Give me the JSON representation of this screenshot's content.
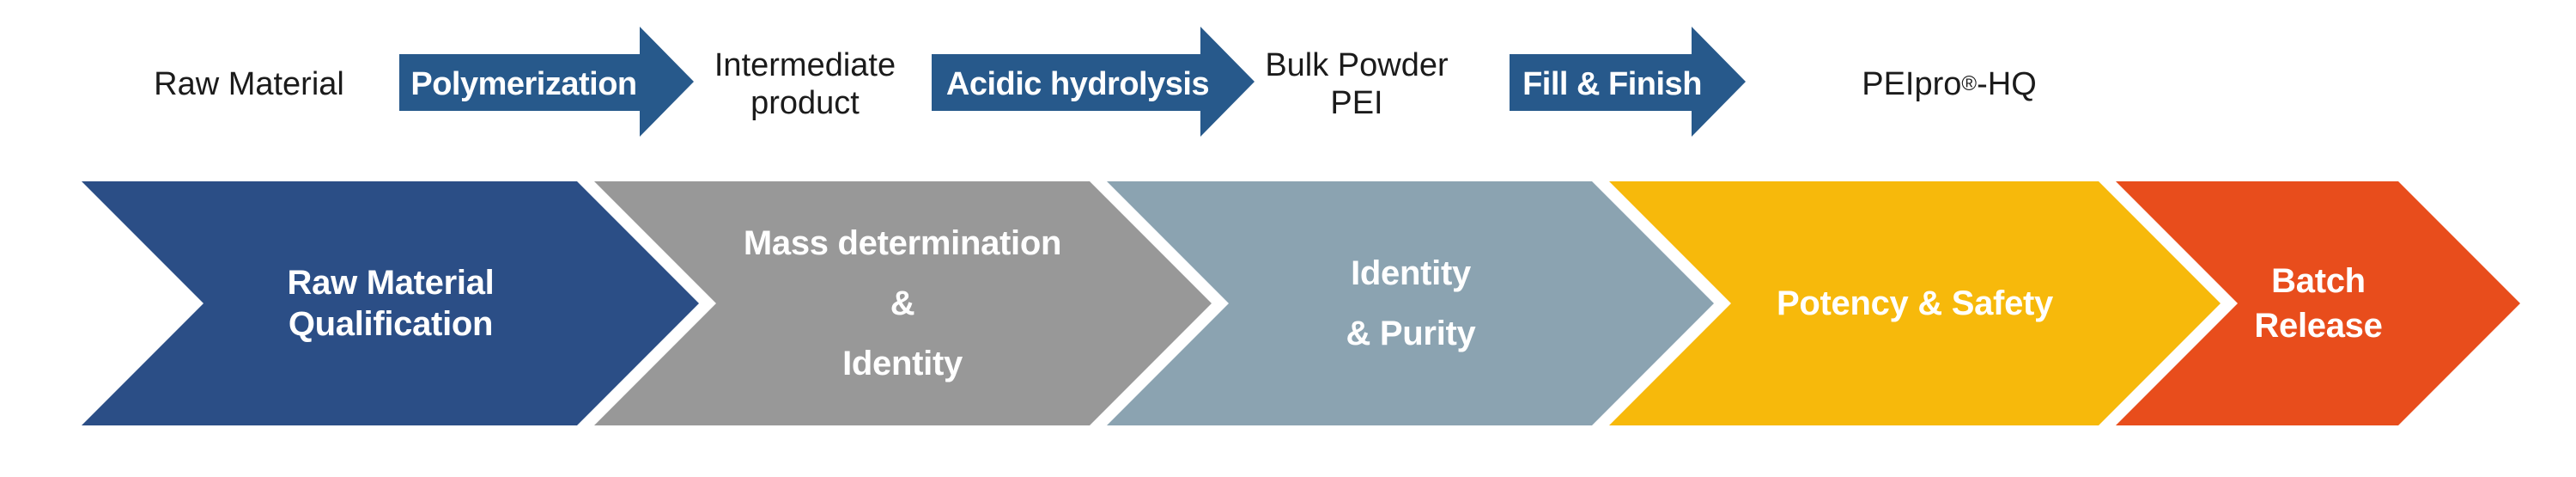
{
  "process_flow": {
    "raw_material_label": "Raw Material",
    "polymerization_arrow": "Polymerization",
    "intermediate_label": "Intermediate\nproduct",
    "acidic_hydrolysis_arrow": "Acidic hydrolysis",
    "bulk_powder_label": "Bulk Powder\nPEI",
    "fill_finish_arrow": "Fill & Finish",
    "final_product": {
      "name": "PEIpro",
      "registered_mark": "®",
      "suffix": "-HQ"
    }
  },
  "qc_stages": [
    {
      "label": "Raw Material\nQualification",
      "color": "#2B4E86"
    },
    {
      "label": "Mass determination\n&\nIdentity",
      "color": "#989898"
    },
    {
      "label": "Identity\n& Purity",
      "color": "#8BA3B1"
    },
    {
      "label": "Potency & Safety",
      "color": "#F7B90B"
    },
    {
      "label": "Batch\nRelease",
      "color": "#E84D1C"
    }
  ],
  "colors": {
    "process_arrow_blue": "#27598B",
    "background": "#FFFFFF"
  }
}
